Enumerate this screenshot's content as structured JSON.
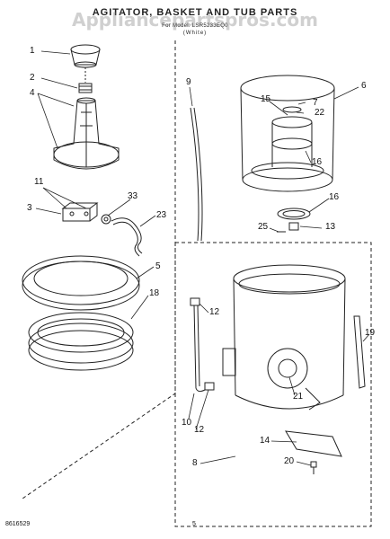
{
  "title": "AGITATOR, BASKET AND TUB PARTS",
  "model_line": "For Model: LSR5233EQ0",
  "revision": "(White)",
  "watermark": "Appliancepartspros.com",
  "footer_code": "8616529",
  "page_number": "5",
  "callouts": [
    "1",
    "2",
    "4",
    "11",
    "3",
    "33",
    "23",
    "5",
    "18",
    "9",
    "6",
    "15",
    "7",
    "22",
    "16",
    "16",
    "25",
    "13",
    "12",
    "19",
    "21",
    "10",
    "12",
    "14",
    "8",
    "20"
  ]
}
